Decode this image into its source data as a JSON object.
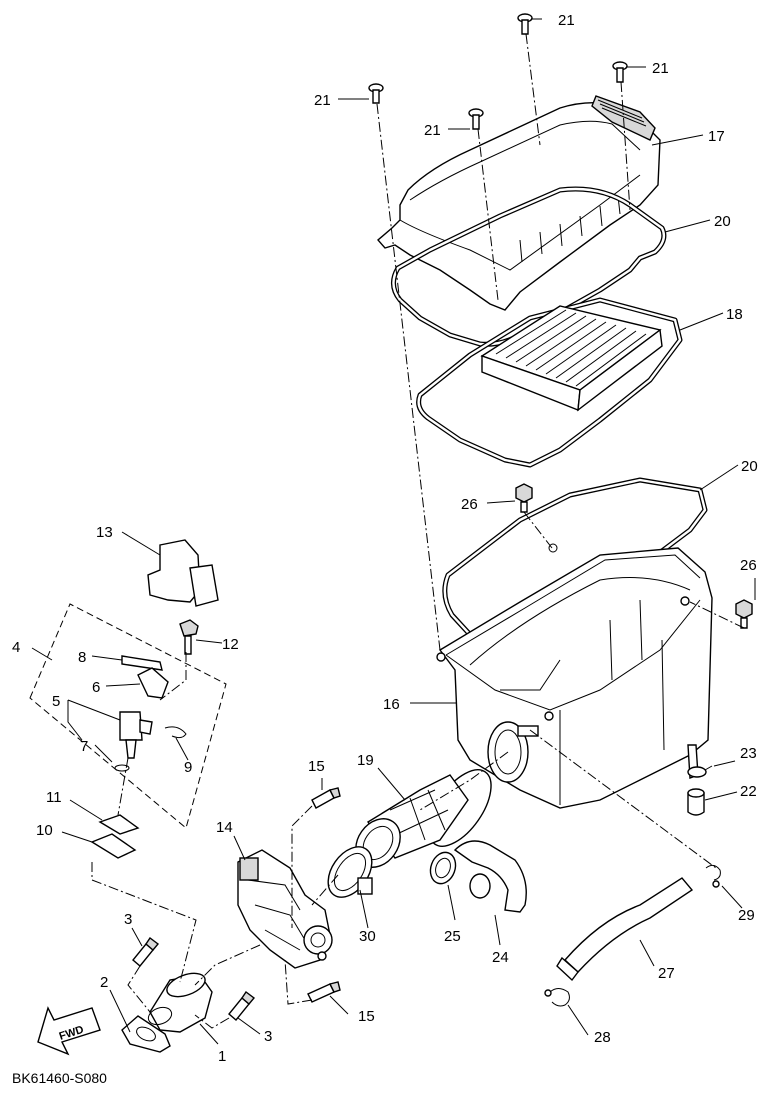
{
  "diagram": {
    "code": "BK61460-S080",
    "fwd_label": "FWD",
    "callouts": {
      "c1": "1",
      "c2": "2",
      "c3a": "3",
      "c3b": "3",
      "c4": "4",
      "c5": "5",
      "c6": "6",
      "c7": "7",
      "c8": "8",
      "c9": "9",
      "c10": "10",
      "c11": "11",
      "c12": "12",
      "c13": "13",
      "c14": "14",
      "c15a": "15",
      "c15b": "15",
      "c16": "16",
      "c17": "17",
      "c18": "18",
      "c19": "19",
      "c20a": "20",
      "c20b": "20",
      "c21a": "21",
      "c21b": "21",
      "c21c": "21",
      "c21d": "21",
      "c22": "22",
      "c23": "23",
      "c24": "24",
      "c25": "25",
      "c26a": "26",
      "c26b": "26",
      "c27": "27",
      "c28": "28",
      "c29": "29",
      "c30": "30"
    }
  }
}
